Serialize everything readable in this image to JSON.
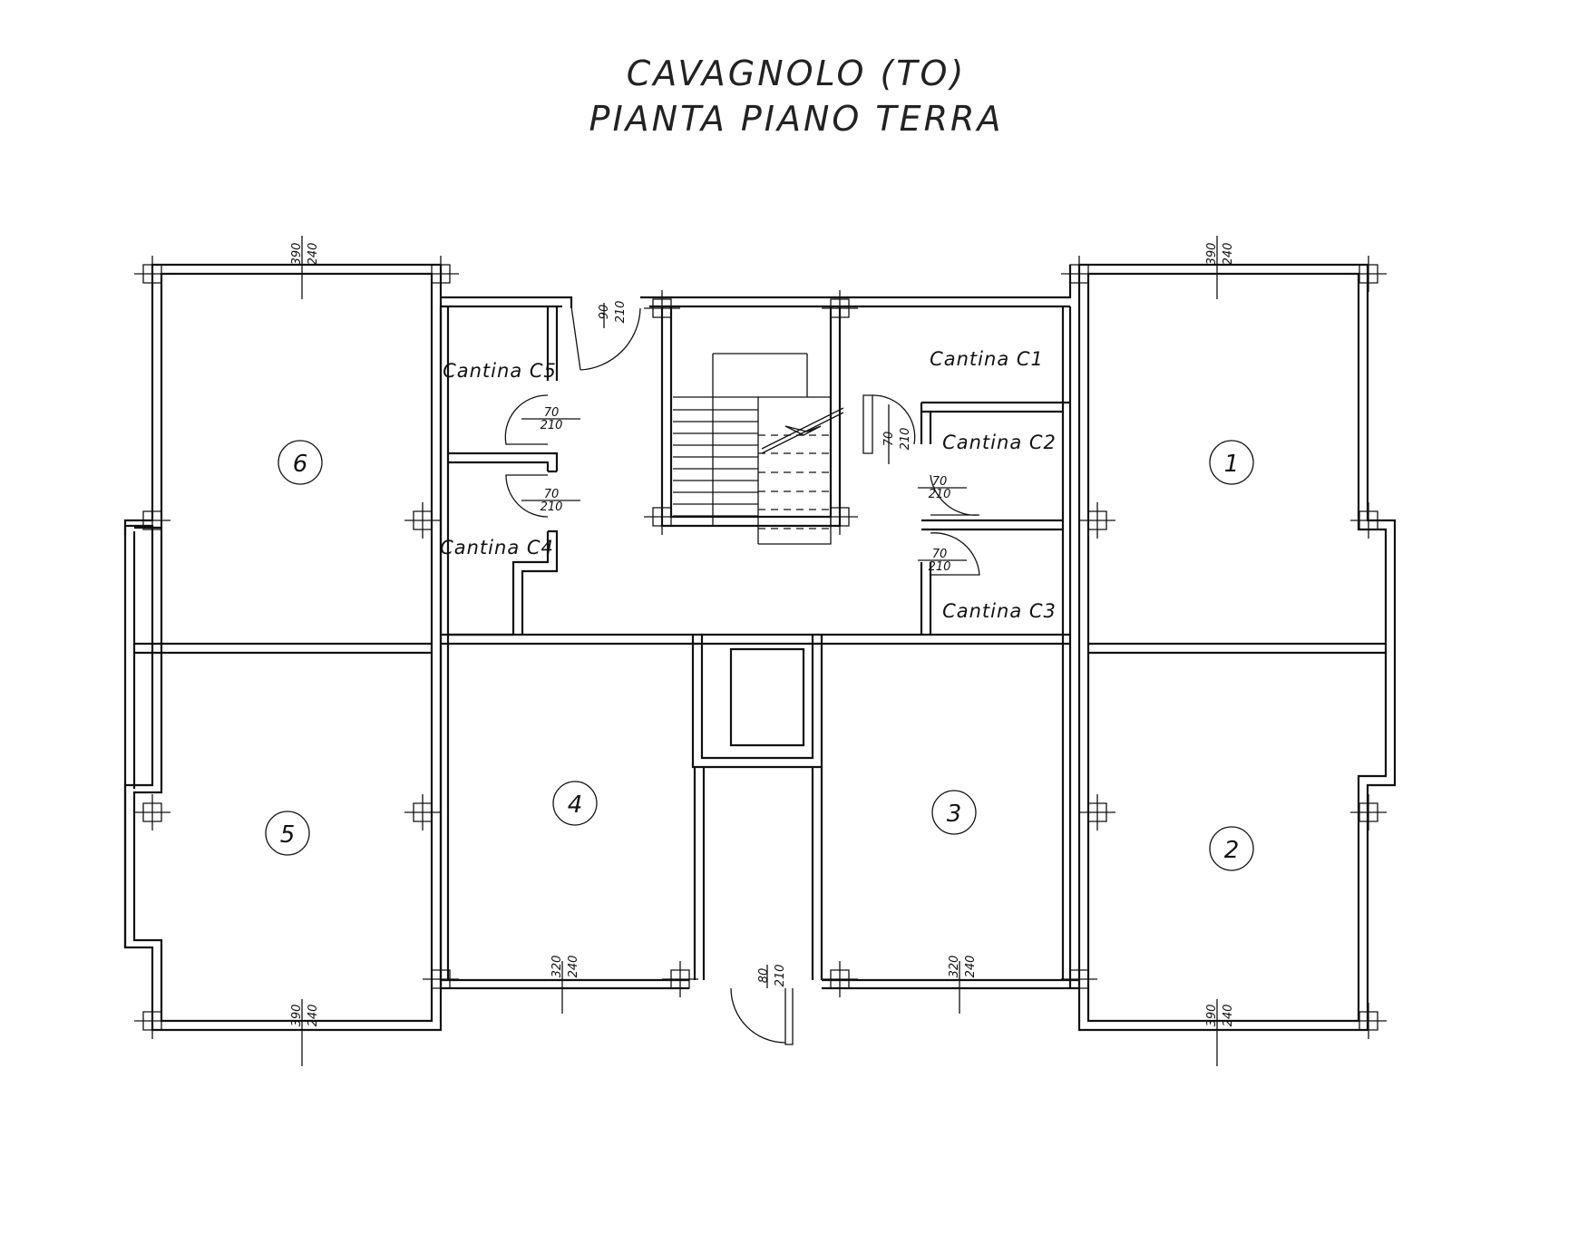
{
  "title": {
    "line1": "CAVAGNOLO (TO)",
    "line2": "PIANTA PIANO TERRA"
  },
  "apartments": [
    {
      "id": "apt-1",
      "label": "1"
    },
    {
      "id": "apt-2",
      "label": "2"
    },
    {
      "id": "apt-3",
      "label": "3"
    },
    {
      "id": "apt-4",
      "label": "4"
    },
    {
      "id": "apt-5",
      "label": "5"
    },
    {
      "id": "apt-6",
      "label": "6"
    }
  ],
  "cellars": {
    "c1": "Cantina C1",
    "c2": "Cantina C2",
    "c3": "Cantina C3",
    "c4": "Cantina C4",
    "c5": "Cantina C5"
  },
  "dimensions": {
    "window_top_left": {
      "w": "390",
      "h": "240"
    },
    "window_top_right": {
      "w": "390",
      "h": "240"
    },
    "window_bottom_left": {
      "w": "390",
      "h": "240"
    },
    "window_bottom_right": {
      "w": "390",
      "h": "240"
    },
    "window_apt4": {
      "w": "320",
      "h": "240"
    },
    "window_apt3": {
      "w": "320",
      "h": "240"
    },
    "door_main_top": {
      "w": "90",
      "h": "210"
    },
    "door_c5": {
      "w": "70",
      "h": "210"
    },
    "door_c4": {
      "w": "70",
      "h": "210"
    },
    "door_c1": {
      "w": "70",
      "h": "210"
    },
    "door_c2": {
      "w": "70",
      "h": "210"
    },
    "door_c3": {
      "w": "70",
      "h": "210"
    },
    "door_entrance": {
      "w": "80",
      "h": "210"
    }
  }
}
